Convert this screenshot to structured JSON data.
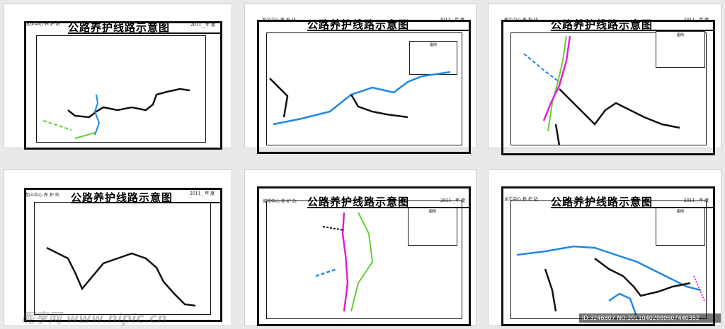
{
  "common": {
    "title": "公路养护线路示意图",
    "year": "2011__年 度",
    "year_short": "2011",
    "legend_title": "图例",
    "colors": {
      "background": "#e9e9e9",
      "sheet": "#ffffff",
      "line_black": "#111111",
      "line_blue": "#1e88e5",
      "line_green": "#66cc33",
      "line_magenta": "#e020d0",
      "marker_red": "#e53935"
    }
  },
  "sheets": [
    {
      "station": "加义中心 养 护 站",
      "has_legend": false
    },
    {
      "station": "加义中心 养 护 站",
      "has_legend": true
    },
    {
      "station": "南江中心 养 护 站",
      "has_legend": true
    },
    {
      "station": "加义中心 养 护 站",
      "has_legend": false
    },
    {
      "station": "城郊中心 养 护 站",
      "has_legend": true
    },
    {
      "station": "龙江中心 养 护 站",
      "has_legend": true
    }
  ],
  "watermark": {
    "left_text": "昵享网 www.nipic.cn",
    "right_text": "ID:3246807 NO:20110402080607440352"
  }
}
